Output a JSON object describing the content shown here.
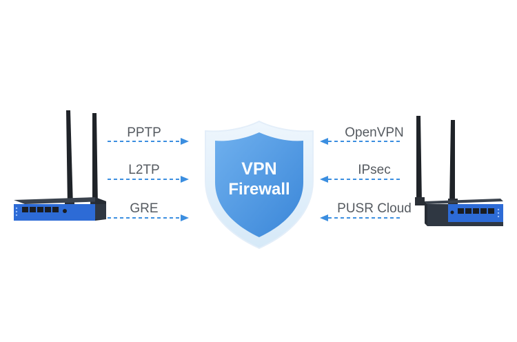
{
  "shield": {
    "line1": "VPN",
    "line2": "Firewall",
    "colors": {
      "outer": "#dcecf8",
      "inner": "#5aa2e6",
      "inner_dark": "#3a86d8"
    }
  },
  "left_protocols": [
    {
      "label": "PPTP"
    },
    {
      "label": "L2TP"
    },
    {
      "label": "GRE"
    }
  ],
  "right_protocols": [
    {
      "label": "OpenVPN"
    },
    {
      "label": "IPsec"
    },
    {
      "label": "PUSR Cloud"
    }
  ],
  "colors": {
    "arrow": "#3b8ee0",
    "text": "#555a60",
    "router_body": "#2f3742",
    "router_front": "#2d6bd6"
  }
}
